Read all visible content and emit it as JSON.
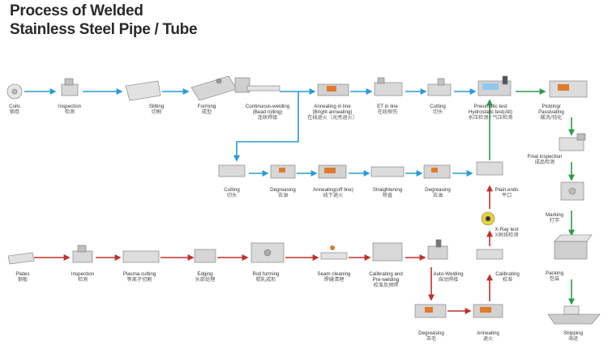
{
  "title": {
    "line1": "Process of Welded",
    "line2": "Stainless Steel Pipe / Tube"
  },
  "colors": {
    "blue": "#2a9bd6",
    "red": "#c0312a",
    "green": "#2e9a4a",
    "machine": "#c9c9c9",
    "accent": "#e07a2e"
  },
  "lines": {
    "coil": [
      {
        "en": "Coils",
        "cn": "钢卷"
      },
      {
        "en": "Inspection",
        "cn": "检测"
      },
      {
        "en": "Slitting",
        "cn": "切割"
      },
      {
        "en": "Forming",
        "cn": "成型"
      },
      {
        "en": "Continuous-welding",
        "en2": "(Bead rolling)",
        "cn": "连续焊接"
      },
      {
        "en": "Annealing in line",
        "en2": "(Bright annealing)",
        "cn": "在线退火（光亮退火）"
      },
      {
        "en": "ET in line",
        "cn": "在线探伤"
      },
      {
        "en": "Cutting",
        "cn": "切头"
      },
      {
        "en": "Pneumatic test",
        "en2": "Hydrostatic test(Alt)",
        "cn": "水压检测 / 气压检测"
      },
      {
        "en": "Pickling/",
        "en2": "Passivating",
        "cn": "酸洗/钝化"
      }
    ],
    "offline": [
      {
        "en": "Cutting",
        "cn": "切头"
      },
      {
        "en": "Degreasing",
        "cn": "去油"
      },
      {
        "en": "Annealing(off line)",
        "cn": "线下退火"
      },
      {
        "en": "Straightening",
        "cn": "矫直"
      },
      {
        "en": "Degreasing",
        "cn": "去油"
      },
      {
        "en": "Plain ends",
        "cn": "平口"
      },
      {
        "en": "X-Ray test",
        "cn": "X射线检测"
      }
    ],
    "plate": [
      {
        "en": "Plates",
        "cn": "钢板"
      },
      {
        "en": "Inspection",
        "cn": "检测"
      },
      {
        "en": "Plasma cutting",
        "cn": "等离子切割"
      },
      {
        "en": "Edging",
        "cn": "头部处理"
      },
      {
        "en": "Roll forming",
        "cn": "辊轧成形"
      },
      {
        "en": "Seam cleaning",
        "cn": "焊缝清理"
      },
      {
        "en": "Calibrating and",
        "en2": "Pre-welding",
        "cn": "校准及预焊"
      },
      {
        "en": "Auto-Welding",
        "cn": "自动焊接"
      },
      {
        "en": "Calibrating",
        "cn": "校准"
      },
      {
        "en": "Degreasing",
        "cn": "去毛"
      },
      {
        "en": "Annealing",
        "cn": "退火"
      }
    ],
    "final": [
      {
        "en": "Final inspection",
        "cn": "成品检测"
      },
      {
        "en": "Marking",
        "cn": "打字"
      },
      {
        "en": "Packing",
        "cn": "包装"
      },
      {
        "en": "Shipping",
        "cn": "海运"
      }
    ]
  }
}
